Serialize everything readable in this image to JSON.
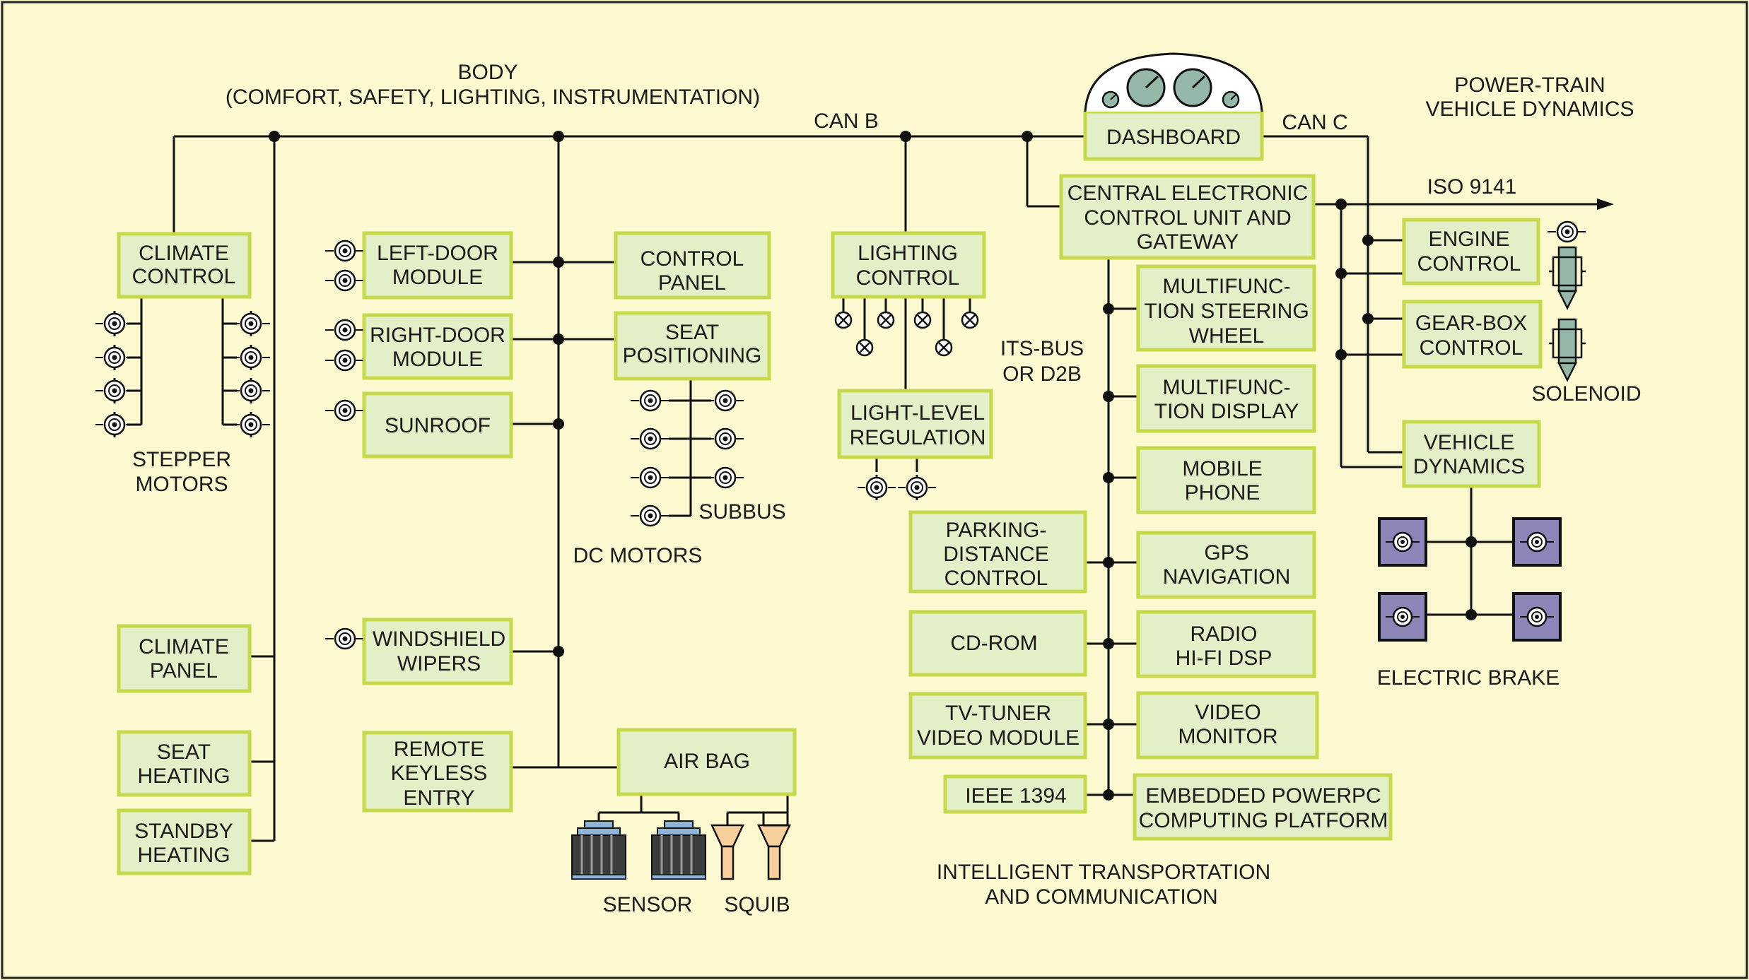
{
  "colors": {
    "background": "#fcf8cf",
    "box_fill": "#e3efc6",
    "box_border": "#c5d94a",
    "brake_fill": "#8c86b8",
    "sensor_fill": "#3c3c3c",
    "squib_fill": "#f6cf9c"
  },
  "section_labels": {
    "body_line1": "BODY",
    "body_line2": "(COMFORT, SAFETY, LIGHTING, INSTRUMENTATION)",
    "powertrain_line1": "POWER-TRAIN",
    "powertrain_line2": "VEHICLE DYNAMICS",
    "its_line1": "INTELLIGENT TRANSPORTATION",
    "its_line2": "AND COMMUNICATION"
  },
  "bus_labels": {
    "can_b": "CAN B",
    "can_c": "CAN C",
    "iso": "ISO 9141",
    "its_bus_line1": "ITS-BUS",
    "its_bus_line2": "OR D2B",
    "subbus": "SUBBUS"
  },
  "device_labels": {
    "stepper_line1": "STEPPER",
    "stepper_line2": "MOTORS",
    "dc_motors": "DC MOTORS",
    "sensor": "SENSOR",
    "squib": "SQUIB",
    "solenoid": "SOLENOID",
    "electric_brake": "ELECTRIC BRAKE"
  },
  "icons": [
    "stepper-motor-icon",
    "dc-motor-icon",
    "lamp-icon",
    "sensor-icon",
    "squib-icon",
    "solenoid-icon",
    "brake-icon",
    "gauge-icon"
  ],
  "boxes": {
    "climate_control": [
      "CLIMATE",
      "CONTROL"
    ],
    "climate_panel": [
      "CLIMATE",
      "PANEL"
    ],
    "seat_heating": [
      "SEAT",
      "HEATING"
    ],
    "standby_heating": [
      "STANDBY",
      "HEATING"
    ],
    "left_door": [
      "LEFT-DOOR",
      "MODULE"
    ],
    "right_door": [
      "RIGHT-DOOR",
      "MODULE"
    ],
    "sunroof": [
      "SUNROOF"
    ],
    "windshield": [
      "WINDSHIELD",
      "WIPERS"
    ],
    "remote_keyless": [
      "REMOTE",
      "KEYLESS",
      "ENTRY"
    ],
    "control_panel": [
      "CONTROL",
      "PANEL"
    ],
    "seat_positioning": [
      "SEAT",
      "POSITIONING"
    ],
    "air_bag": [
      "AIR BAG"
    ],
    "lighting_control": [
      "LIGHTING",
      "CONTROL"
    ],
    "light_level": [
      "LIGHT-LEVEL",
      "REGULATION"
    ],
    "dashboard": [
      "DASHBOARD"
    ],
    "central_ecu": [
      "CENTRAL ELECTRONIC",
      "CONTROL UNIT AND",
      "GATEWAY"
    ],
    "steering_wheel": [
      "MULTIFUNC-",
      "TION STEERING",
      "WHEEL"
    ],
    "multi_display": [
      "MULTIFUNC-",
      "TION DISPLAY"
    ],
    "mobile_phone": [
      "MOBILE",
      "PHONE"
    ],
    "parking": [
      "PARKING-",
      "DISTANCE",
      "CONTROL"
    ],
    "gps": [
      "GPS",
      "NAVIGATION"
    ],
    "cd_rom": [
      "CD-ROM"
    ],
    "radio": [
      "RADIO",
      "HI-FI DSP"
    ],
    "tv_tuner": [
      "TV-TUNER",
      "VIDEO MODULE"
    ],
    "video_monitor": [
      "VIDEO",
      "MONITOR"
    ],
    "ieee": [
      "IEEE 1394"
    ],
    "powerpc": [
      "EMBEDDED POWERPC",
      "COMPUTING PLATFORM"
    ],
    "engine_control": [
      "ENGINE",
      "CONTROL"
    ],
    "gearbox_control": [
      "GEAR-BOX",
      "CONTROL"
    ],
    "vehicle_dynamics": [
      "VEHICLE",
      "DYNAMICS"
    ]
  }
}
